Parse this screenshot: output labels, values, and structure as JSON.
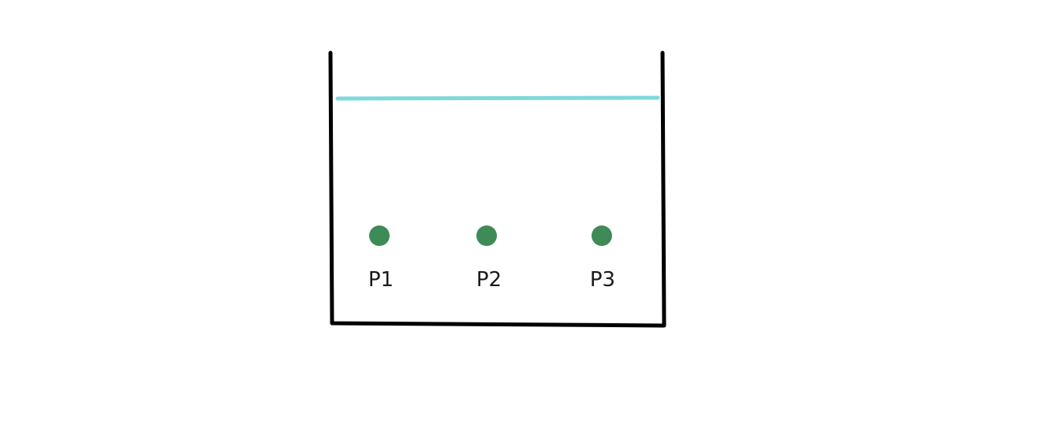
{
  "colors": {
    "background": "#ffffff",
    "container_stroke": "#000000",
    "liquid_surface": "#7fd8dc",
    "point_fill": "#3e8b57"
  },
  "points": [
    {
      "label": "P1"
    },
    {
      "label": "P2"
    },
    {
      "label": "P3"
    }
  ]
}
